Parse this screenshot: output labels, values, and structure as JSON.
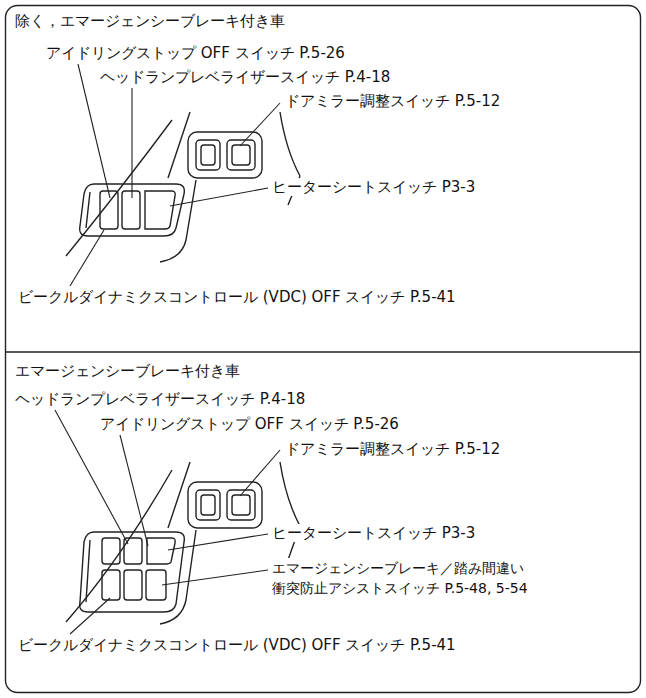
{
  "diagram": {
    "labels": [
      "除く，エマージェンシーブレーキ付き車",
      "アイドリングストップ OFF スイッチ P.5-26",
      "ヘッドランプレベライザースイッチ P.4-18",
      "ドアミラー調整スイッチ P.5-12",
      "ヒーターシートスイッチ P3-3",
      "ビークルダイナミクスコントロール (VDC) OFF スイッチ P.5-41",
      "エマージェンシーブレーキ付き車",
      "ヘッドランプレベライザースイッチ P.4-18",
      "アイドリングストップ OFF スイッチ P.5-26",
      "ドアミラー調整スイッチ P.5-12",
      "ヒーターシートスイッチ P3-3",
      "エマージェンシーブレーキ／踏み間違い 衝突防止アシストスイッチ P.5-48, 5-54",
      "ビークルダイナミクスコントロール (VDC) OFF スイッチ P.5-41"
    ]
  }
}
